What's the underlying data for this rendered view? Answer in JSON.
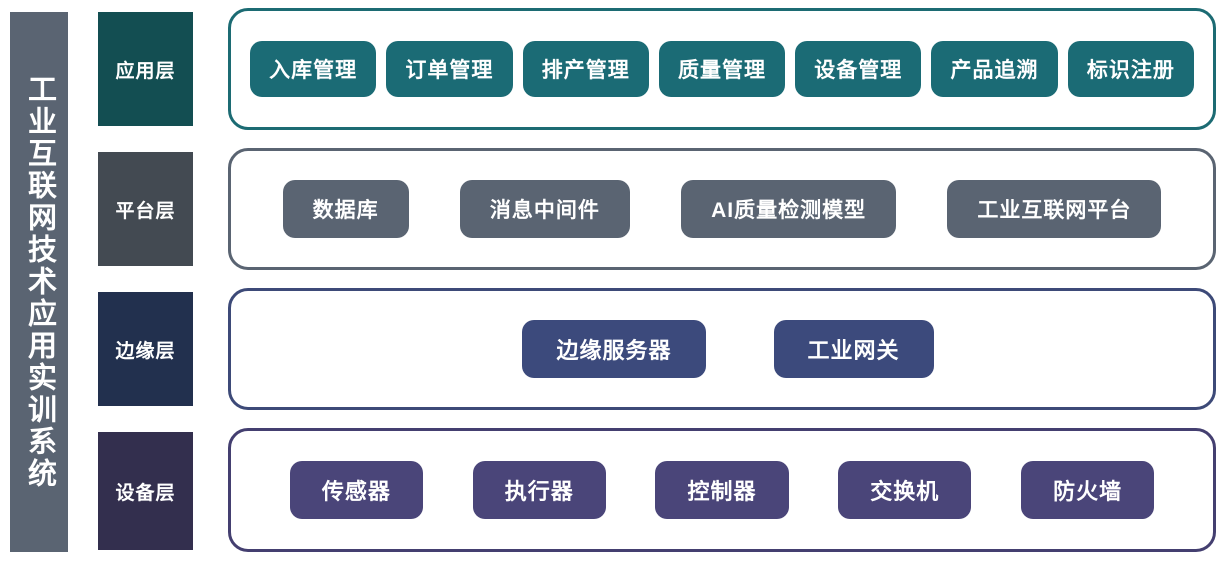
{
  "title": {
    "vertical_label": "工业互联网技术应用实训系统"
  },
  "colors": {
    "sidebar": "#5a6472",
    "application_layer": "#134e52",
    "platform_layer": "#434a52",
    "edge_layer": "#22304e",
    "device_layer": "#332f4e",
    "application_pill": "#1b6b75",
    "platform_pill": "#5a6472",
    "edge_pill": "#3c4a7c",
    "device_pill": "#4a4579"
  },
  "layers": [
    {
      "id": "application",
      "label": "应用层",
      "items": [
        "入库管理",
        "订单管理",
        "排产管理",
        "质量管理",
        "设备管理",
        "产品追溯",
        "标识注册"
      ]
    },
    {
      "id": "platform",
      "label": "平台层",
      "items": [
        "数据库",
        "消息中间件",
        "AI质量检测模型",
        "工业互联网平台"
      ]
    },
    {
      "id": "edge",
      "label": "边缘层",
      "items": [
        "边缘服务器",
        "工业网关"
      ]
    },
    {
      "id": "device",
      "label": "设备层",
      "items": [
        "传感器",
        "执行器",
        "控制器",
        "交换机",
        "防火墙"
      ]
    }
  ]
}
